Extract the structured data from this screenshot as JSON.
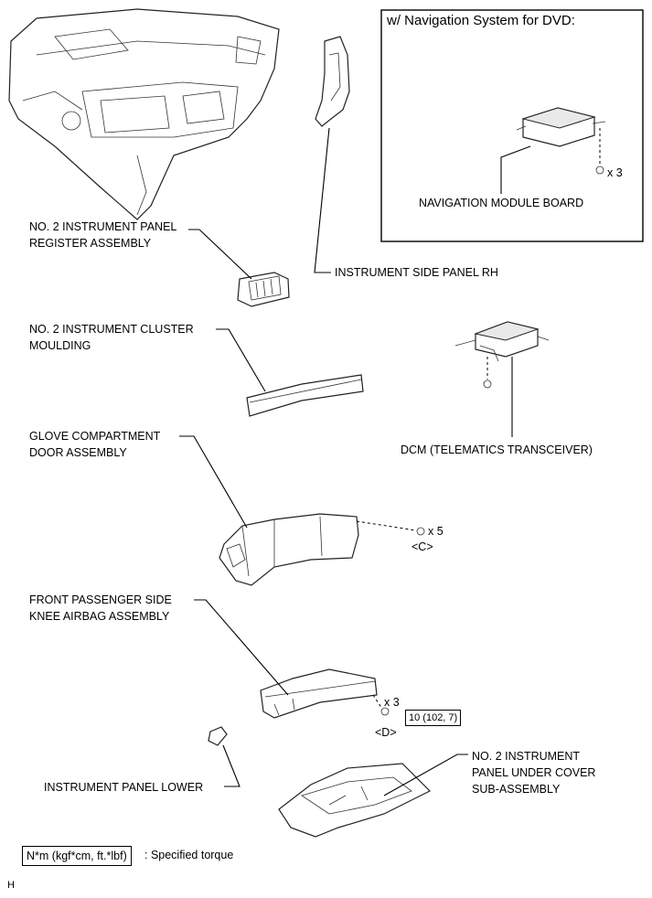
{
  "inset": {
    "title": "w/ Navigation System for DVD:",
    "module_label": "NAVIGATION MODULE BOARD",
    "screw_count": "x 3"
  },
  "labels": {
    "register_line1": "NO. 2 INSTRUMENT PANEL",
    "register_line2": "REGISTER ASSEMBLY",
    "side_panel": "INSTRUMENT SIDE PANEL RH",
    "cluster_line1": "NO. 2 INSTRUMENT CLUSTER",
    "cluster_line2": "MOULDING",
    "dcm": "DCM (TELEMATICS TRANSCEIVER)",
    "glove_line1": "GLOVE COMPARTMENT",
    "glove_line2": "DOOR ASSEMBLY",
    "glove_screws": "x 5",
    "glove_code": "<C>",
    "knee_line1": "FRONT PASSENGER SIDE",
    "knee_line2": "KNEE AIRBAG ASSEMBLY",
    "knee_screws": "x 3",
    "knee_torque": "10 (102, 7)",
    "knee_code": "<D>",
    "panel_lower": "INSTRUMENT PANEL LOWER",
    "under_cover_line1": "NO. 2 INSTRUMENT",
    "under_cover_line2": "PANEL UNDER COVER",
    "under_cover_line3": "SUB-ASSEMBLY"
  },
  "legend": {
    "unit_box": "N*m (kgf*cm, ft.*lbf)",
    "description": ": Specified torque"
  },
  "footer_code": "H"
}
